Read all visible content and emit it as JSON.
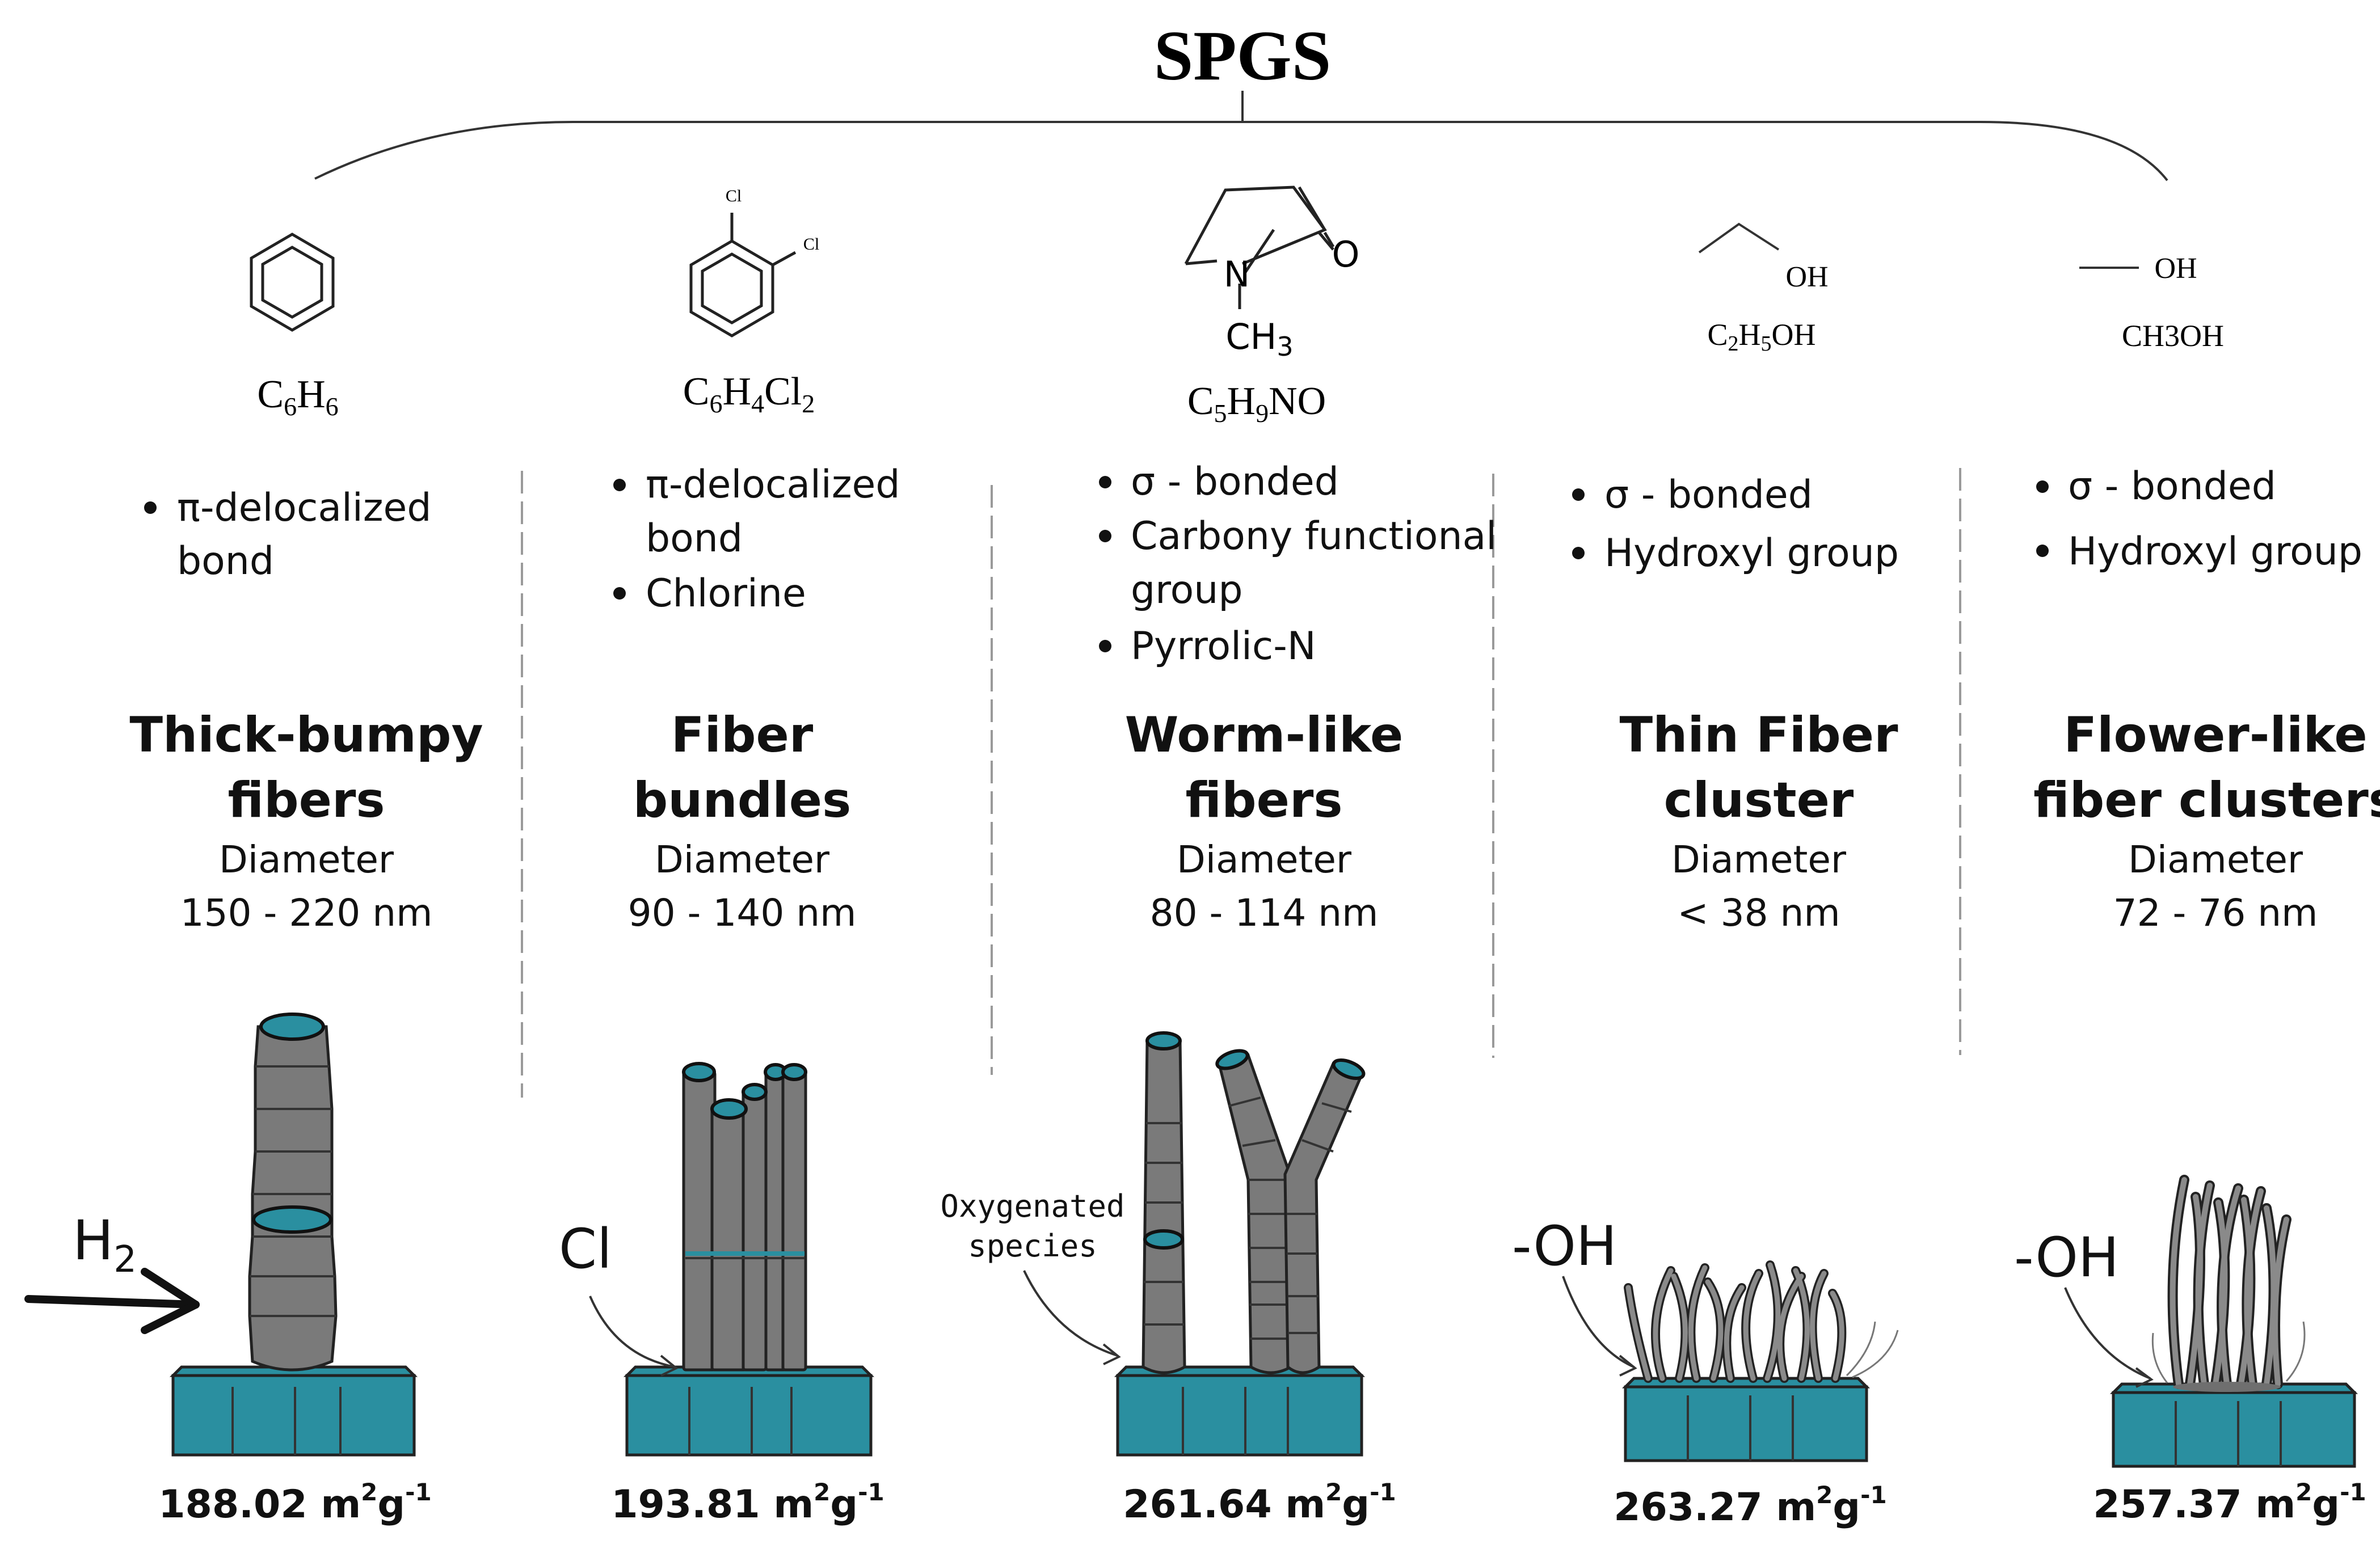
{
  "title": "SPGS",
  "columns": [
    {
      "formula": {
        "c": "C",
        "c_sub": "6",
        "h": "H",
        "h_sub": "6"
      },
      "bullets": [
        "π-delocalized",
        "bond"
      ],
      "morphology": [
        "Thick-bumpy",
        "fibers"
      ],
      "diameter_label": "Diameter",
      "diameter_value": "150 - 220 nm",
      "surface_area": {
        "value": "188.02 m",
        "unit_sup1": "2",
        "unit_g": "g",
        "unit_sup2": "-1"
      }
    },
    {
      "formula": {
        "c": "C",
        "c_sub": "6",
        "h": "H",
        "h_sub": "4",
        "cl": "Cl",
        "cl_sub": "2"
      },
      "atoms": [
        "Cl",
        "Cl"
      ],
      "bullets": [
        "π-delocalized",
        "bond",
        "Chlorine"
      ],
      "morphology": [
        "Fiber",
        "bundles"
      ],
      "diameter_label": "Diameter",
      "diameter_value": "90 - 140 nm",
      "surface_area": {
        "value": "193.81 m",
        "unit_sup1": "2",
        "unit_g": "g",
        "unit_sup2": "-1"
      }
    },
    {
      "formula": {
        "c": "C",
        "c_sub": "5",
        "h": "H",
        "h_sub": "9",
        "rest": "NO"
      },
      "atoms": [
        "O",
        "N",
        "CH",
        "3"
      ],
      "bullets": [
        "σ - bonded",
        "Carbony functional",
        "group",
        "Pyrrolic-N"
      ],
      "morphology": [
        "Worm-like",
        "fibers"
      ],
      "diameter_label": "Diameter",
      "diameter_value": "80 - 114 nm",
      "surface_area": {
        "value": "261.64 m",
        "unit_sup1": "2",
        "unit_g": "g",
        "unit_sup2": "-1"
      }
    },
    {
      "formula_text": {
        "c": "C",
        "c_sub": "2",
        "h": "H",
        "h_sub": "5",
        "rest": "OH"
      },
      "atoms": [
        "OH"
      ],
      "bullets": [
        "σ - bonded",
        "Hydroxyl group"
      ],
      "morphology": [
        "Thin Fiber",
        "cluster"
      ],
      "diameter_label": "Diameter",
      "diameter_value": "< 38 nm",
      "surface_area": {
        "value": "263.27 m",
        "unit_sup1": "2",
        "unit_g": "g",
        "unit_sup2": "-1"
      }
    },
    {
      "formula_plain": "CH3OH",
      "atoms": [
        "OH"
      ],
      "bullets": [
        "σ - bonded",
        "Hydroxyl group"
      ],
      "morphology": [
        "Flower-like",
        "fiber clusters"
      ],
      "diameter_label": "Diameter",
      "diameter_value": "72 - 76 nm",
      "surface_area": {
        "value": "257.37 m",
        "unit_sup1": "2",
        "unit_g": "g",
        "unit_sup2": "-1"
      }
    }
  ],
  "labels": {
    "h2": "H",
    "h2_sub": "2",
    "cl": "Cl",
    "oxygenated": [
      "Oxygenated",
      "species"
    ],
    "oh1": "-OH",
    "oh2": "-OH"
  },
  "colors": {
    "cap": "#2a8fa0",
    "fiber": "#7a7a7a",
    "base": "#2a8fa0"
  }
}
